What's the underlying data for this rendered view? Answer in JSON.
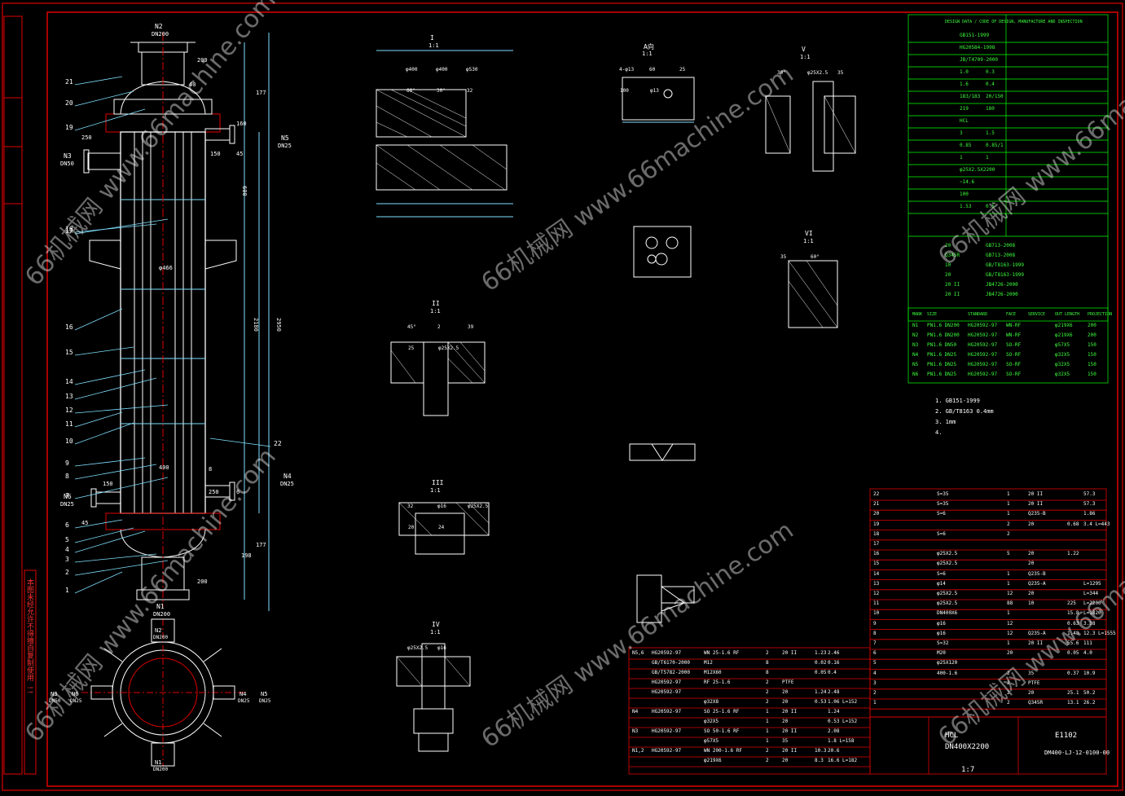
{
  "drawing": {
    "project_code": "E1102",
    "title_lines": [
      "HCL",
      "DN400X2200"
    ],
    "scale": "1:7",
    "drawing_number": "DM400-LJ-12-0100-00",
    "note_left_vertical": "本图未经允许不得擅自复制使用 !!"
  },
  "nozzles": [
    {
      "mark": "N2",
      "size": "DN200"
    },
    {
      "mark": "N5",
      "size": "DN25"
    },
    {
      "mark": "N3",
      "size": "DN50"
    },
    {
      "mark": "N4",
      "size": "DN25"
    },
    {
      "mark": "N6",
      "size": "DN25"
    },
    {
      "mark": "N1",
      "size": "DN200"
    }
  ],
  "nozzle_plan_view": [
    {
      "mark": "N2",
      "size": "DN200"
    },
    {
      "mark": "N3",
      "size": "DN50"
    },
    {
      "mark": "N6",
      "size": "DN25"
    },
    {
      "mark": "N4",
      "size": "DN25"
    },
    {
      "mark": "N5",
      "size": "DN25"
    },
    {
      "mark": "N1",
      "size": "DN200"
    }
  ],
  "main_dims": [
    "200",
    "177",
    "40",
    "250",
    "160",
    "45",
    "150",
    "600",
    "2180",
    "2950",
    "400",
    "φ466",
    "198",
    "177",
    "200",
    "150",
    "45",
    "250",
    "8",
    "6"
  ],
  "part_leaders": [
    "21",
    "20",
    "19",
    "18",
    "17",
    "16",
    "15",
    "14",
    "13",
    "12",
    "11",
    "10",
    "9",
    "8",
    "7",
    "6",
    "5",
    "4",
    "3",
    "2",
    "1",
    "22"
  ],
  "sections": [
    {
      "label": "I",
      "scale": "1:1",
      "dims": [
        "φ400",
        "φ400",
        "φ530",
        "60°",
        "30°",
        "32"
      ]
    },
    {
      "label": "II",
      "scale": "1:1",
      "dims": [
        "45°",
        "2",
        "39",
        "25",
        "φ25X2.5"
      ]
    },
    {
      "label": "III",
      "scale": "1:1",
      "dims": [
        "32",
        "φ16",
        "φ25X2.5",
        "20",
        "24"
      ]
    },
    {
      "label": "IV",
      "scale": "1:1",
      "dims": [
        "φ25X2.5",
        "φ16"
      ]
    },
    {
      "label": "V",
      "scale": "1:1",
      "dims": [
        "30°",
        "φ25X2.5",
        "35"
      ]
    },
    {
      "label": "VI",
      "scale": "1:1",
      "dims": [
        "35",
        "60°"
      ]
    },
    {
      "label": "A向",
      "scale": "1:1",
      "dims": [
        "4-φ13",
        "60",
        "25",
        "100",
        "φ13"
      ]
    }
  ],
  "spec_table": {
    "header": "DESIGN DATA / CODE OF DESIGN, MANUFACTURE AND INSPECTION",
    "rows": [
      [
        "GB151-1999",
        ""
      ],
      [
        "HG20584-1998",
        ""
      ],
      [
        "JB/T4709-2000",
        ""
      ],
      [
        "1.0",
        "0.3"
      ],
      [
        "1.6",
        "0.4"
      ],
      [
        "183/183",
        "20/150"
      ],
      [
        "219",
        "180"
      ],
      [
        "HCL",
        ""
      ],
      [
        "3",
        "1.5"
      ],
      [
        "0.85",
        "0.85/1"
      ],
      [
        "1",
        "1"
      ],
      [
        "φ25X2.5X2200",
        ""
      ],
      [
        "~14.6",
        ""
      ],
      [
        "100",
        ""
      ],
      [
        "1.53",
        "0.5"
      ]
    ],
    "materials": [
      [
        "20",
        "GB713-2008"
      ],
      [
        "Q345R",
        "GB713-2008"
      ],
      [
        "10",
        "GB/T8163-1999"
      ],
      [
        "20",
        "GB/T8163-1999"
      ],
      [
        "20 II",
        "JB4726-2000"
      ],
      [
        "20 II",
        "JB4726-2000"
      ]
    ]
  },
  "nozzle_table": {
    "headers": [
      "MARK",
      "SIZE",
      "STANDARD",
      "FACE",
      "SERVICE",
      "OUT LENGTH",
      "PROJECTION"
    ],
    "rows": [
      [
        "N1",
        "PN1.6 DN200",
        "HG20592-97",
        "WN-RF",
        "",
        "φ219X6",
        "200"
      ],
      [
        "N2",
        "PN1.6 DN200",
        "HG20592-97",
        "WN-RF",
        "",
        "φ219X6",
        "200"
      ],
      [
        "N3",
        "PN1.6 DN50",
        "HG20592-97",
        "SO-RF",
        "",
        "φ57X5",
        "150"
      ],
      [
        "N4",
        "PN1.6 DN25",
        "HG20592-97",
        "SO-RF",
        "",
        "φ32X5",
        "150"
      ],
      [
        "N5",
        "PN1.6 DN25",
        "HG20592-97",
        "SO-RF",
        "",
        "φ32X5",
        "150"
      ],
      [
        "N6",
        "PN1.6 DN25",
        "HG20592-97",
        "SO-RF",
        "",
        "φ32X5",
        "150"
      ]
    ]
  },
  "notes": [
    "1. GB151-1999",
    "2. GB/T8163 0.4mm",
    "3. 1mm",
    "4."
  ],
  "bom_right": [
    [
      "22",
      "S=35",
      "1",
      "20 II",
      "",
      "57.3"
    ],
    [
      "21",
      "S=35",
      "1",
      "20 II",
      "",
      "57.3"
    ],
    [
      "20",
      "S=6",
      "1",
      "Q235-B",
      "",
      "1.86"
    ],
    [
      "19",
      "",
      "2",
      "20",
      "0.68",
      "3.4 L=443"
    ],
    [
      "18",
      "S=6",
      "2",
      "",
      "",
      ""
    ],
    [
      "17",
      "",
      "",
      "",
      "",
      ""
    ],
    [
      "16",
      "φ25X2.5",
      "5",
      "20",
      "1.22",
      ""
    ],
    [
      "15",
      "φ25X2.5",
      "",
      "20",
      "",
      ""
    ],
    [
      "14",
      "S=6",
      "1",
      "Q235-B",
      "",
      ""
    ],
    [
      "13",
      "φ14",
      "1",
      "Q235-A",
      "",
      "L=1295"
    ],
    [
      "12",
      "φ25X2.5",
      "12",
      "20",
      "",
      "L=344"
    ],
    [
      "11",
      "φ25X2.5",
      "88",
      "10",
      "225",
      "L=2200"
    ],
    [
      "10",
      "DN400X6",
      "1",
      "",
      "15.8",
      "L=1820"
    ],
    [
      "9",
      "φ16",
      "12",
      "",
      "0.63",
      "3.38"
    ],
    [
      "8",
      "φ16",
      "12",
      "Q235-A",
      "1.48",
      "12.3 L=1555"
    ],
    [
      "7",
      "S=32",
      "1",
      "20 II",
      "55.6",
      "111"
    ],
    [
      "6",
      "M20",
      "20",
      "",
      "0.05",
      "4.0"
    ],
    [
      "5",
      "φ25X120",
      "",
      "",
      "",
      ""
    ],
    [
      "4",
      "400-1.6",
      "2",
      "35",
      "0.37",
      "10.9"
    ],
    [
      "3",
      "",
      "2",
      "PTFE",
      "",
      ""
    ],
    [
      "2",
      "",
      "2",
      "20",
      "25.1",
      "50.2"
    ],
    [
      "1",
      "",
      "2",
      "Q345R",
      "13.1",
      "26.2"
    ]
  ],
  "bom_left": [
    [
      "N5,6",
      "HG20592-97",
      "WN 25-1.6 RF",
      "2",
      "20 II",
      "1.23",
      "2.46"
    ],
    [
      "",
      "GB/T6170-2000",
      "M12",
      "8",
      "",
      "0.02",
      "0.16"
    ],
    [
      "",
      "GB/T5782-2000",
      "M12X60",
      "8",
      "",
      "0.05",
      "0.4"
    ],
    [
      "",
      "HG20592-97",
      "RF 25-1.6",
      "2",
      "PTFE",
      "",
      ""
    ],
    [
      "",
      "HG20592-97",
      "",
      "2",
      "20",
      "1.24",
      "2.48"
    ],
    [
      "",
      "",
      "φ32X8",
      "2",
      "20",
      "0.53",
      "1.06 L=152"
    ],
    [
      "N4",
      "HG20592-97",
      "SO 25-1.6 RF",
      "1",
      "20 II",
      "",
      "1.24"
    ],
    [
      "",
      "",
      "φ32X5",
      "1",
      "20",
      "",
      "0.53 L=152"
    ],
    [
      "N3",
      "HG20592-97",
      "SO 50-1.6 RF",
      "1",
      "20 II",
      "",
      "2.08"
    ],
    [
      "",
      "",
      "φ57X5",
      "1",
      "35",
      "",
      "1.8 L=158"
    ],
    [
      "N1,2",
      "HG20592-97",
      "WN 200-1.6 RF",
      "2",
      "20 II",
      "10.3",
      "20.6"
    ],
    [
      "",
      "",
      "φ219X6",
      "2",
      "20",
      "8.3",
      "16.6 L=182"
    ]
  ],
  "watermarks": [
    "66机械网 www.66machine.com",
    "66机械网 www.66machine.com",
    "66机械网 www.66machine.com",
    "66机械网 www.66machine.com",
    "66机械网 www.66machine.com",
    "66机械网 www.66machine.com"
  ],
  "colors": {
    "frame": "#e00000",
    "line": "#ffffff",
    "table_green": "#00ff00",
    "dim_cyan": "#7fe0ff",
    "section_hatch": "#ffffff"
  }
}
